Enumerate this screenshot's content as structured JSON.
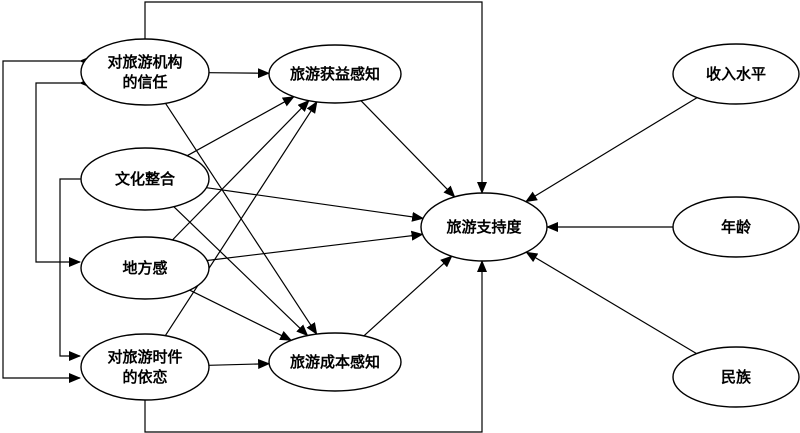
{
  "colors": {
    "stroke": "#000000",
    "background": "#ffffff",
    "text": "#000000"
  },
  "nodes": {
    "trust": {
      "lines": [
        "对旅游机构",
        "的信任"
      ]
    },
    "culture": {
      "lines": [
        "文化整合"
      ]
    },
    "place": {
      "lines": [
        "地方感"
      ]
    },
    "attachment": {
      "lines": [
        "对旅游时件",
        "的依恋"
      ]
    },
    "benefit": {
      "lines": [
        "旅游获益感知"
      ]
    },
    "cost": {
      "lines": [
        "旅游成本感知"
      ]
    },
    "support": {
      "lines": [
        "旅游支持度"
      ]
    },
    "income": {
      "lines": [
        "收入水平"
      ]
    },
    "age": {
      "lines": [
        "年龄"
      ]
    },
    "ethnicity": {
      "lines": [
        "民族"
      ]
    }
  },
  "edges": [
    {
      "from": "trust",
      "to": "benefit"
    },
    {
      "from": "trust",
      "to": "cost"
    },
    {
      "from": "trust",
      "to": "support"
    },
    {
      "from": "culture",
      "to": "benefit"
    },
    {
      "from": "culture",
      "to": "cost"
    },
    {
      "from": "culture",
      "to": "support"
    },
    {
      "from": "place",
      "to": "benefit"
    },
    {
      "from": "place",
      "to": "cost"
    },
    {
      "from": "place",
      "to": "support"
    },
    {
      "from": "attachment",
      "to": "benefit"
    },
    {
      "from": "attachment",
      "to": "cost"
    },
    {
      "from": "attachment",
      "to": "support"
    },
    {
      "from": "benefit",
      "to": "support"
    },
    {
      "from": "cost",
      "to": "support"
    },
    {
      "from": "income",
      "to": "support"
    },
    {
      "from": "age",
      "to": "support"
    },
    {
      "from": "ethnicity",
      "to": "support"
    }
  ],
  "covariances": [
    {
      "between": [
        "trust",
        "attachment"
      ]
    },
    {
      "between": [
        "trust",
        "place"
      ]
    },
    {
      "between": [
        "culture",
        "attachment"
      ]
    }
  ]
}
